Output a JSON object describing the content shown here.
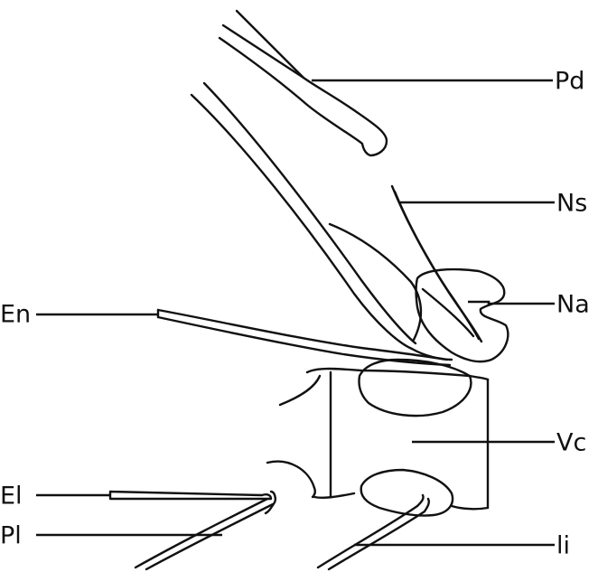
{
  "labels": {
    "pd": "Pd",
    "ns": "Ns",
    "na": "Na",
    "en": "En",
    "vc": "Vc",
    "el": "El",
    "pl": "Pl",
    "li": "li"
  },
  "colors": {
    "ink": "#111111",
    "background": "#ffffff"
  }
}
